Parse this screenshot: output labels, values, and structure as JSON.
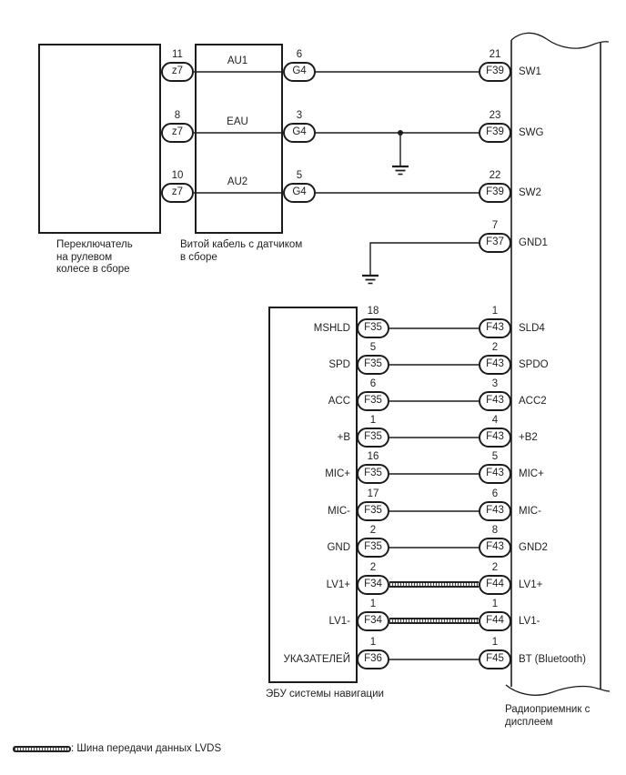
{
  "boxes": {
    "steering": {
      "caption": "Переключатель\nна рулевом\nколесе в сборе"
    },
    "cable": {
      "caption": "Витой кабель с датчиком\nв сборе"
    },
    "ecu": {
      "caption": "ЭБУ системы навигации"
    },
    "radio": {
      "caption": "Радиоприемник с\nдисплеем"
    }
  },
  "top": {
    "rows": [
      {
        "left_num": "11",
        "left_code": "z7",
        "wire_label": "AU1",
        "mid_num": "6",
        "mid_code": "G4",
        "right_num": "21",
        "right_code": "F39",
        "right_label": "SW1"
      },
      {
        "left_num": "8",
        "left_code": "z7",
        "wire_label": "EAU",
        "mid_num": "3",
        "mid_code": "G4",
        "right_num": "23",
        "right_code": "F39",
        "right_label": "SWG"
      },
      {
        "left_num": "10",
        "left_code": "z7",
        "wire_label": "AU2",
        "mid_num": "5",
        "mid_code": "G4",
        "right_num": "22",
        "right_code": "F39",
        "right_label": "SW2"
      }
    ],
    "gnd_row": {
      "right_num": "7",
      "right_code": "F37",
      "right_label": "GND1"
    }
  },
  "ecu": {
    "rows": [
      {
        "left_label": "MSHLD",
        "left_num": "18",
        "left_code": "F35",
        "right_num": "1",
        "right_code": "F43",
        "right_label": "SLD4",
        "bus": "wire"
      },
      {
        "left_label": "SPD",
        "left_num": "5",
        "left_code": "F35",
        "right_num": "2",
        "right_code": "F43",
        "right_label": "SPDO",
        "bus": "wire"
      },
      {
        "left_label": "ACC",
        "left_num": "6",
        "left_code": "F35",
        "right_num": "3",
        "right_code": "F43",
        "right_label": "ACC2",
        "bus": "wire"
      },
      {
        "left_label": "+B",
        "left_num": "1",
        "left_code": "F35",
        "right_num": "4",
        "right_code": "F43",
        "right_label": "+B2",
        "bus": "wire"
      },
      {
        "left_label": "MIC+",
        "left_num": "16",
        "left_code": "F35",
        "right_num": "5",
        "right_code": "F43",
        "right_label": "MIC+",
        "bus": "wire"
      },
      {
        "left_label": "MIC-",
        "left_num": "17",
        "left_code": "F35",
        "right_num": "6",
        "right_code": "F43",
        "right_label": "MIC-",
        "bus": "wire"
      },
      {
        "left_label": "GND",
        "left_num": "2",
        "left_code": "F35",
        "right_num": "8",
        "right_code": "F43",
        "right_label": "GND2",
        "bus": "wire"
      },
      {
        "left_label": "LV1+",
        "left_num": "2",
        "left_code": "F34",
        "right_num": "2",
        "right_code": "F44",
        "right_label": "LV1+",
        "bus": "lvds"
      },
      {
        "left_label": "LV1-",
        "left_num": "1",
        "left_code": "F34",
        "right_num": "1",
        "right_code": "F44",
        "right_label": "LV1-",
        "bus": "lvds"
      },
      {
        "left_label": "УКАЗАТЕЛЕЙ",
        "left_num": "1",
        "left_code": "F36",
        "right_num": "1",
        "right_code": "F45",
        "right_label": "BT (Bluetooth)",
        "bus": "wire"
      }
    ]
  },
  "legend": {
    "label": ": Шина передачи данных LVDS"
  },
  "colors": {
    "line": "#1c1c1c",
    "background": "#ffffff"
  }
}
